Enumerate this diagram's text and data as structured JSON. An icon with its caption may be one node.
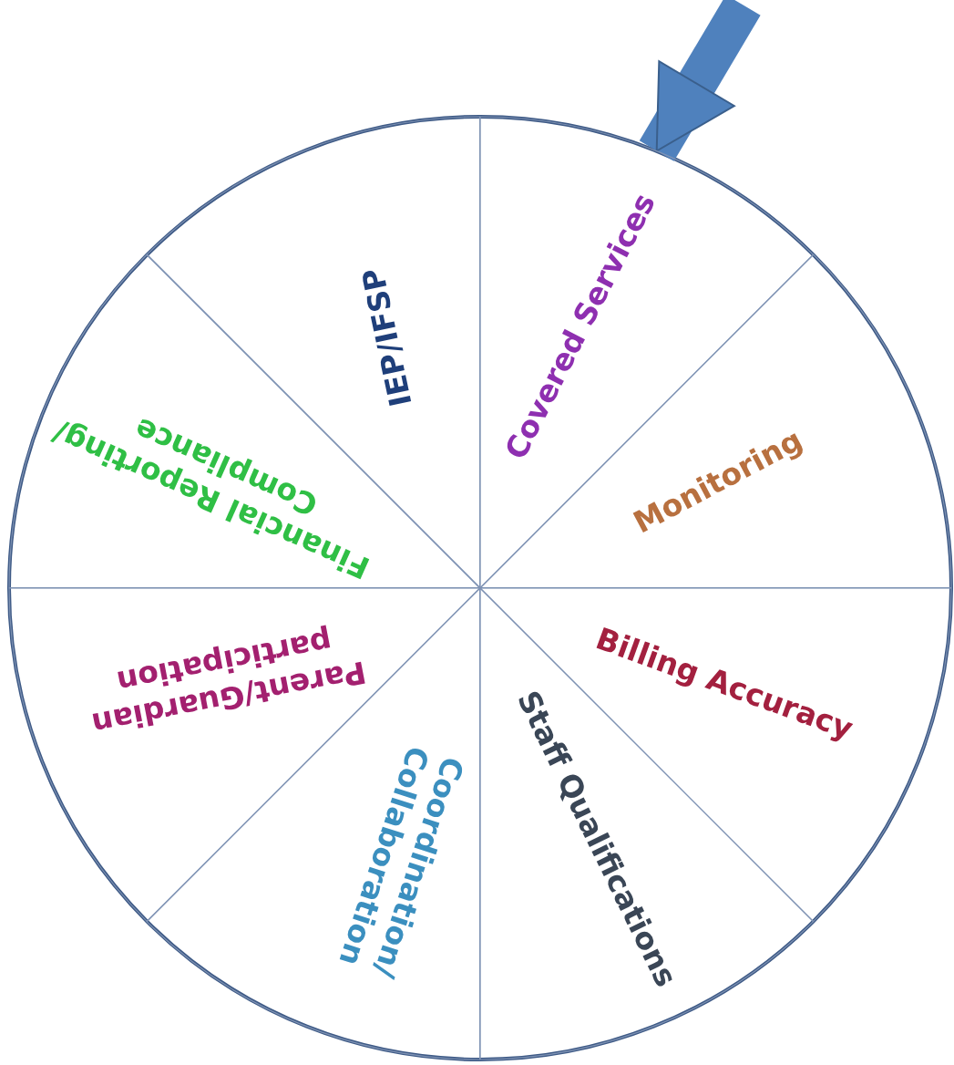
{
  "diagram": {
    "nodes": [
      {
        "text": [
          "IEP/IFSP"
        ]
      },
      {
        "text": [
          "Covered Services"
        ]
      },
      {
        "text": [
          "Monitoring"
        ]
      },
      {
        "text": [
          "Billing Accuracy"
        ]
      },
      {
        "text": [
          "Staff Qualifications"
        ]
      },
      {
        "text": [
          "Coordination/ Collaboration"
        ]
      },
      {
        "text": [
          "Parent/Guardian participation"
        ]
      },
      {
        "text": [
          "Financial Reporting/ Compliance"
        ]
      }
    ],
    "edges": [
      {
        "from": null,
        "to": 1,
        "arrow": "to"
      }
    ]
  }
}
